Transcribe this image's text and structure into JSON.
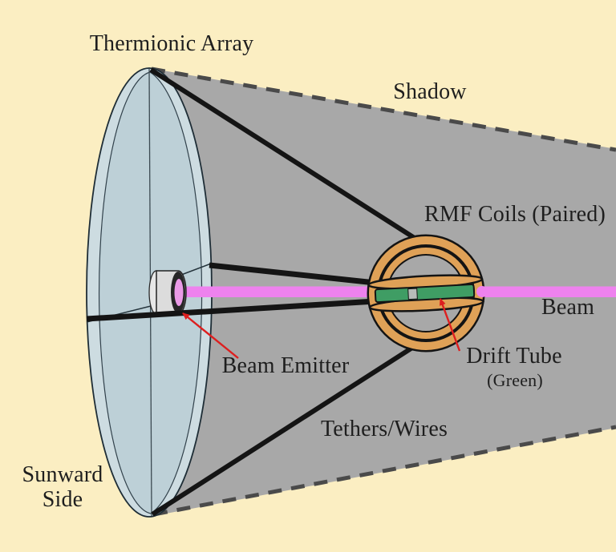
{
  "labels": {
    "thermionic_array": "Thermionic Array",
    "shadow": "Shadow",
    "rmf_coils": "RMF Coils (Paired)",
    "beam": "Beam",
    "drift_tube": "Drift Tube",
    "drift_tube_sub": "(Green)",
    "tethers_wires": "Tethers/Wires",
    "beam_emitter": "Beam Emitter",
    "sunward_side": "Sunward Side"
  },
  "colors": {
    "background": "#fbeec2",
    "shadow_gray": "#a8a8a8",
    "disc_blue": "#bdd0d7",
    "disc_rim": "#cddce1",
    "coil_orange": "#dfa157",
    "drift_green": "#3f9d64",
    "beam_pink": "#ee82ee",
    "tether_black": "#141414",
    "dash_gray": "#4a4a4a",
    "annotation_red": "#dd1f1f",
    "text": "#1e1e1e"
  }
}
